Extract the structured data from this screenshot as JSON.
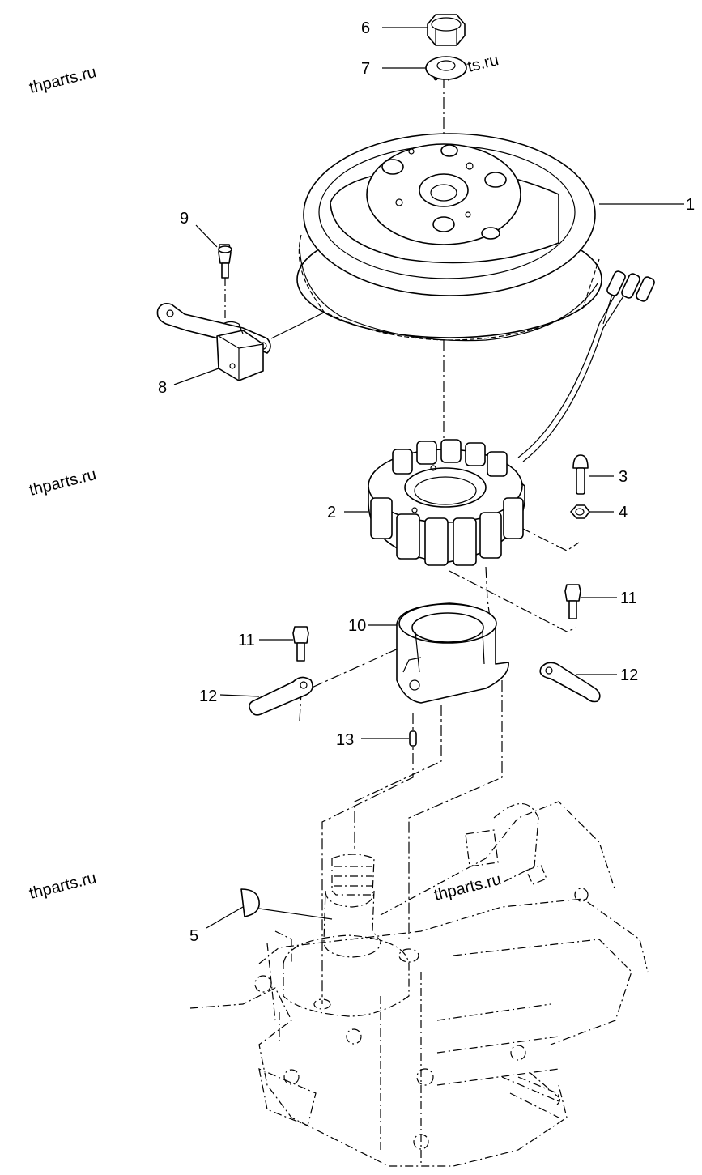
{
  "watermark": "thparts.ru",
  "parts": [
    {
      "id": "label-1",
      "text": "1"
    },
    {
      "id": "label-2",
      "text": "2"
    },
    {
      "id": "label-3",
      "text": "3"
    },
    {
      "id": "label-4",
      "text": "4"
    },
    {
      "id": "label-5",
      "text": "5"
    },
    {
      "id": "label-6",
      "text": "6"
    },
    {
      "id": "label-7",
      "text": "7"
    },
    {
      "id": "label-8",
      "text": "8"
    },
    {
      "id": "label-9",
      "text": "9"
    },
    {
      "id": "label-10",
      "text": "10"
    },
    {
      "id": "label-11a",
      "text": "11"
    },
    {
      "id": "label-11b",
      "text": "11"
    },
    {
      "id": "label-12a",
      "text": "12"
    },
    {
      "id": "label-12b",
      "text": "12"
    },
    {
      "id": "label-13",
      "text": "13"
    }
  ]
}
